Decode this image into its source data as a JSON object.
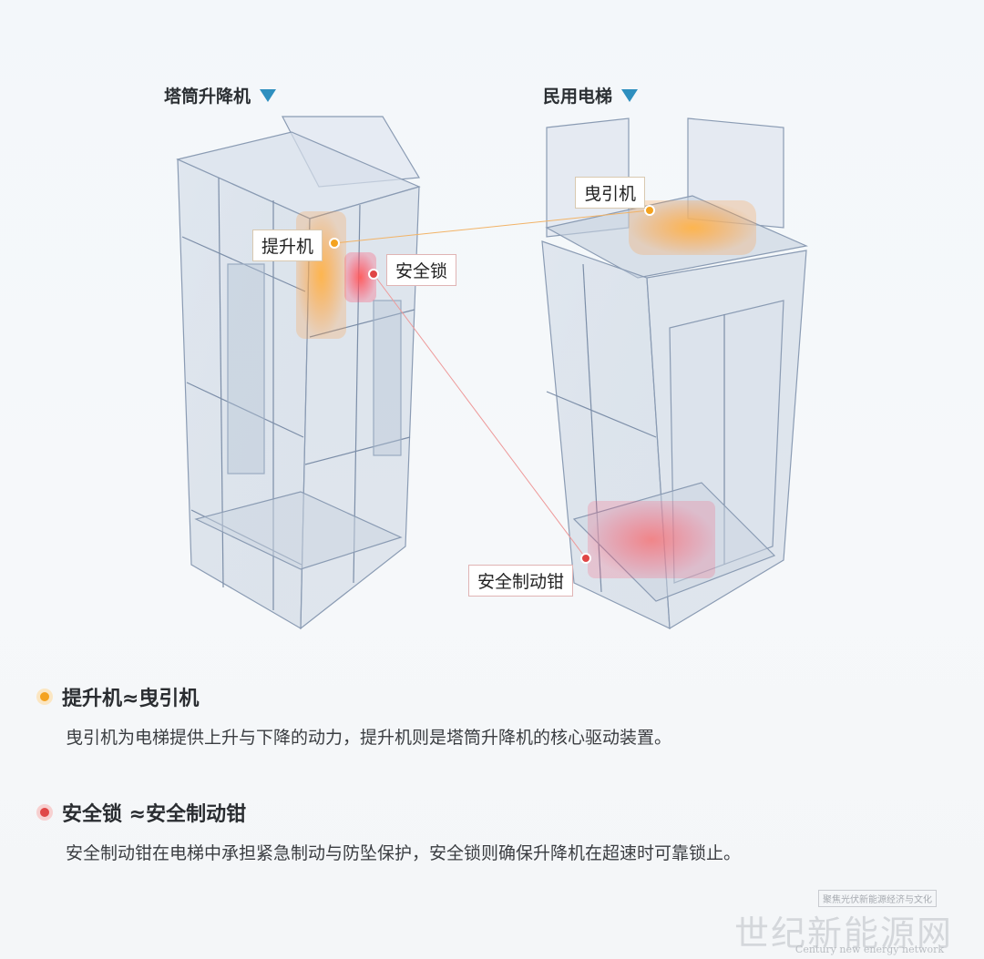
{
  "headers": {
    "left": "塔筒升降机",
    "right": "民用电梯"
  },
  "callouts": {
    "hoist": "提升机",
    "safety_lock": "安全锁",
    "traction_machine": "曳引机",
    "safety_brake": "安全制动钳"
  },
  "legend": [
    {
      "title": "提升机≈曳引机",
      "desc": "曳引机为电梯提供上升与下降的动力，提升机则是塔筒升降机的核心驱动装置。",
      "color": "#f4a21f"
    },
    {
      "title": "安全锁 ≈安全制动钳",
      "desc": "安全制动钳在电梯中承担紧急制动与防坠保护，安全锁则确保升降机在超速时可靠锁止。",
      "color": "#e04646"
    }
  ],
  "watermark": {
    "tagline": "聚焦光伏新能源经济与文化",
    "name": "世纪新能源网",
    "english": "Century new energy network"
  }
}
